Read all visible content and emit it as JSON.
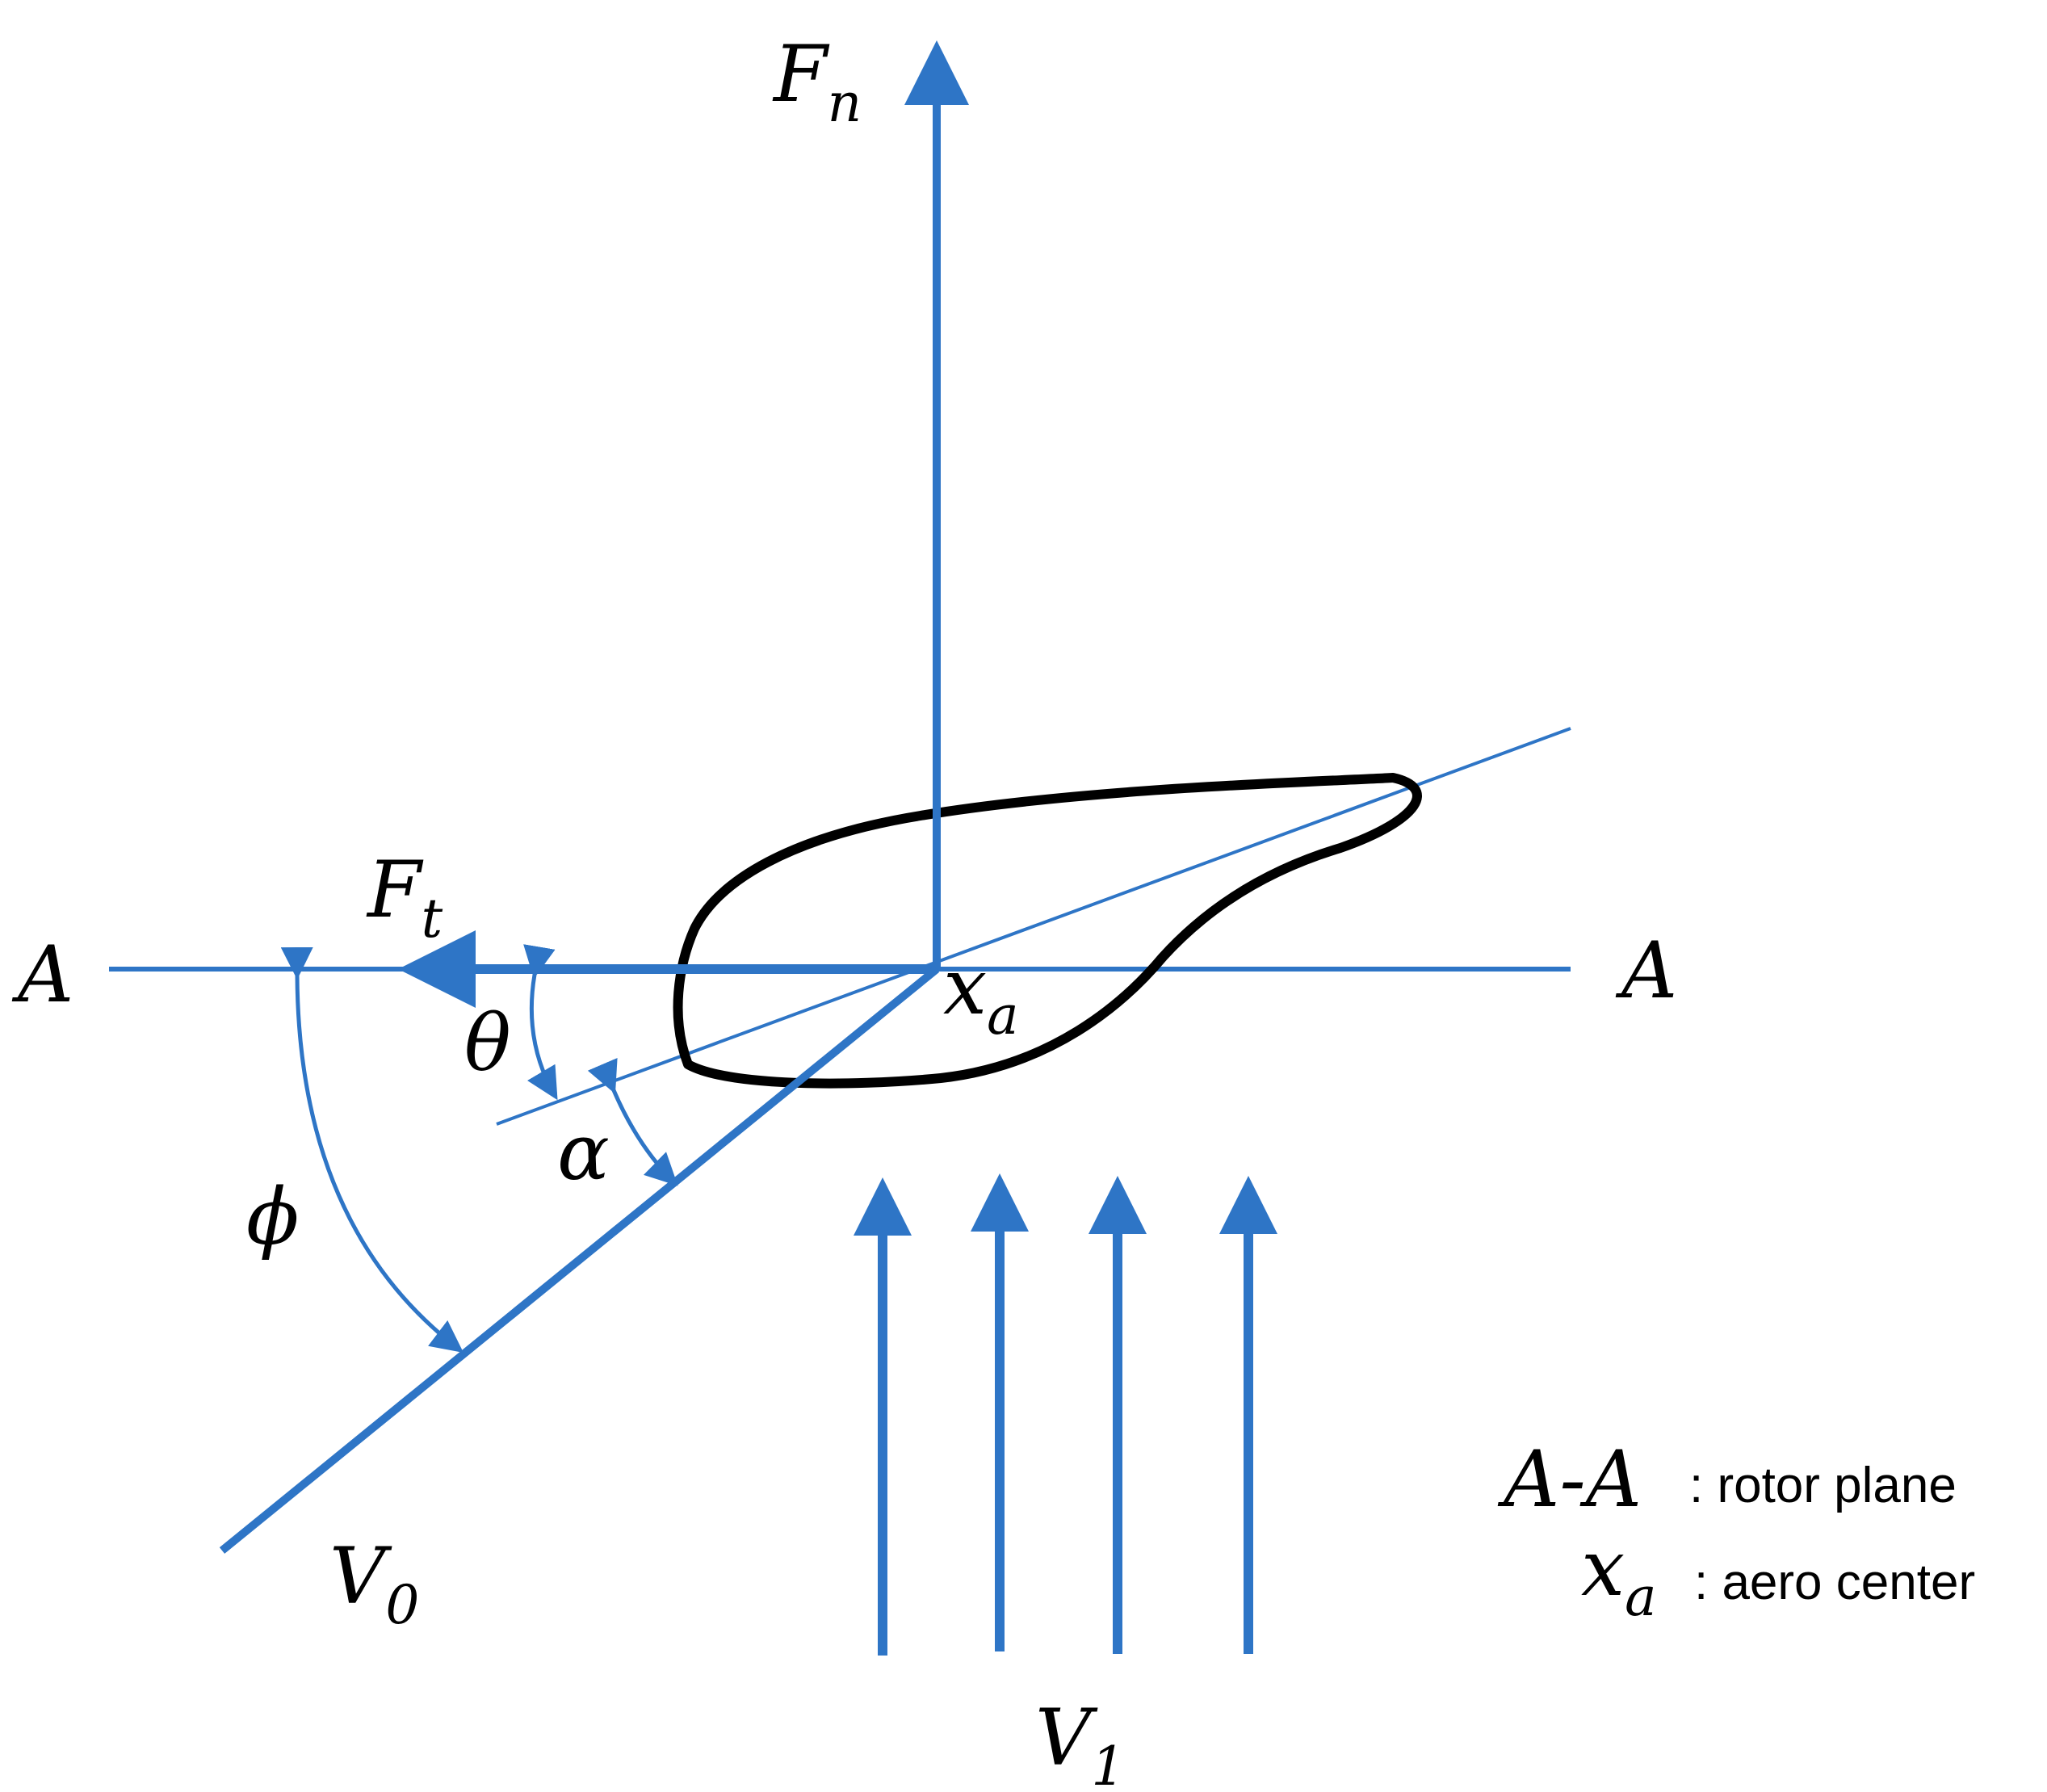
{
  "colors": {
    "accent": "#2E75C6",
    "airfoil": "#000000"
  },
  "labels": {
    "Fn": {
      "base": "F",
      "sub": "n"
    },
    "Ft": {
      "base": "F",
      "sub": "t"
    },
    "A_left": "A",
    "A_right": "A",
    "xa": {
      "base": "x",
      "sub": "a"
    },
    "theta": "θ",
    "alpha": "α",
    "phi": "ϕ",
    "V0": {
      "base": "V",
      "sub": "0"
    },
    "V1": {
      "base": "V",
      "sub": "1"
    }
  },
  "legend": {
    "row1": {
      "symbol": "A-A",
      "text": ": rotor plane"
    },
    "row2": {
      "symbol_base": "x",
      "symbol_sub": "a",
      "text": ": aero center"
    }
  }
}
